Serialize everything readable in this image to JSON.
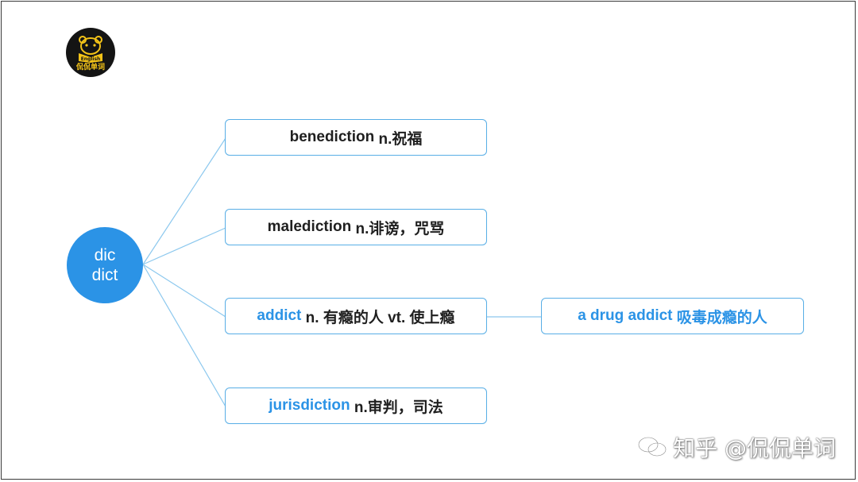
{
  "logo": {
    "text": "侃侃单词",
    "badge": "English",
    "icon": "bear-reading-book-icon",
    "colors": {
      "background": "#141414",
      "accent": "#f3c318"
    }
  },
  "root": {
    "line1": "dic",
    "line2": "dict"
  },
  "branches": [
    {
      "keyword": "",
      "word": "benediction",
      "rest": " n.祝福"
    },
    {
      "keyword": "",
      "word": "malediction",
      "rest": " n.诽谤，咒骂"
    },
    {
      "keyword": "addict",
      "word": "",
      "rest": " n. 有瘾的人 vt. 使上瘾"
    },
    {
      "keyword": "jurisdiction",
      "word": "",
      "rest": " n.审判，司法"
    }
  ],
  "example": {
    "keyword": "a drug addict",
    "rest": " 吸毒成瘾的人"
  },
  "watermark": {
    "text": "知乎 @侃侃单词",
    "icon": "wechat-icon"
  },
  "colors": {
    "accent": "#2b93e6",
    "border": "#58aee6",
    "line": "#8cc8ee",
    "text": "#1f1f1f"
  }
}
